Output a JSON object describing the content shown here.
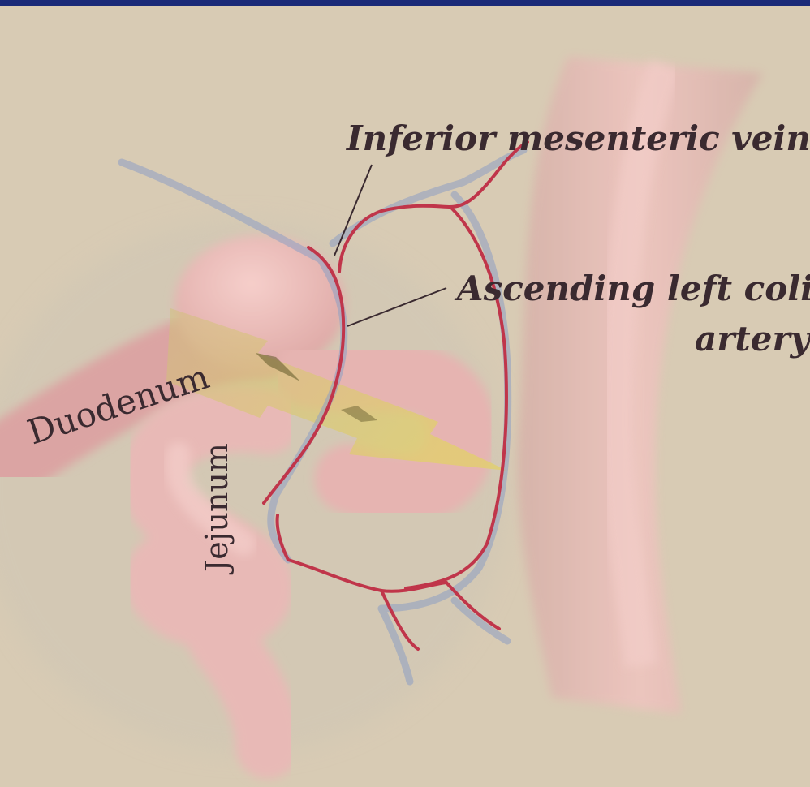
{
  "labels": {
    "imv": "Inferior mesenteric vein",
    "alca_line1": "Ascending left colic",
    "alca_line2": "artery",
    "duodenum": "Duodenum",
    "jejunum": "Jejunum"
  },
  "colors": {
    "background": "#d8cbb4",
    "top_bar": "#1a2a78",
    "bowel": "#e8b9b6",
    "artery": "#c0354a",
    "vein": "#8e9fc4",
    "arrow": "#d8c86a",
    "label_text": "#3a2a30"
  }
}
